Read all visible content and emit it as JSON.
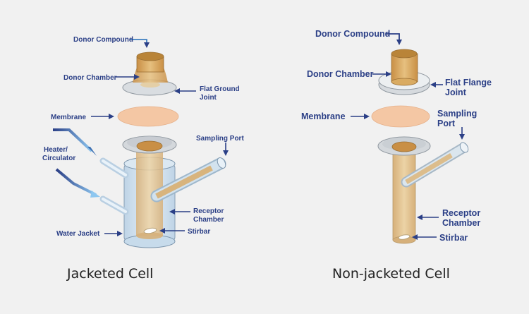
{
  "colors": {
    "background": "#f1f1f1",
    "label": "#2b3f86",
    "arrow": "#2b3f86",
    "amber_fill": "#d9ab62",
    "membrane_fill": "#f4c7a4",
    "glass": "#c9dcec",
    "flange": "#d4d8dc",
    "caption": "#222222"
  },
  "jacketed": {
    "caption": "Jacketed Cell",
    "labels": {
      "donor_compound": "Donor Compound",
      "donor_chamber": "Donor Chamber",
      "flat_ground_joint": [
        "Flat Ground",
        "Joint"
      ],
      "membrane": "Membrane",
      "sampling_port": "Sampling Port",
      "heater_circulator": [
        "Heater/",
        "Circulator"
      ],
      "receptor_chamber": [
        "Receptor",
        "Chamber"
      ],
      "water_jacket": "Water Jacket",
      "stirbar": "Stirbar"
    }
  },
  "non_jacketed": {
    "caption": "Non-jacketed Cell",
    "labels": {
      "donor_compound": "Donor Compound",
      "donor_chamber": "Donor Chamber",
      "flat_flange_joint": [
        "Flat Flange",
        "Joint"
      ],
      "membrane": "Membrane",
      "sampling_port": [
        "Sampling",
        "Port"
      ],
      "receptor_chamber": [
        "Receptor",
        "Chamber"
      ],
      "stirbar": "Stirbar"
    }
  }
}
